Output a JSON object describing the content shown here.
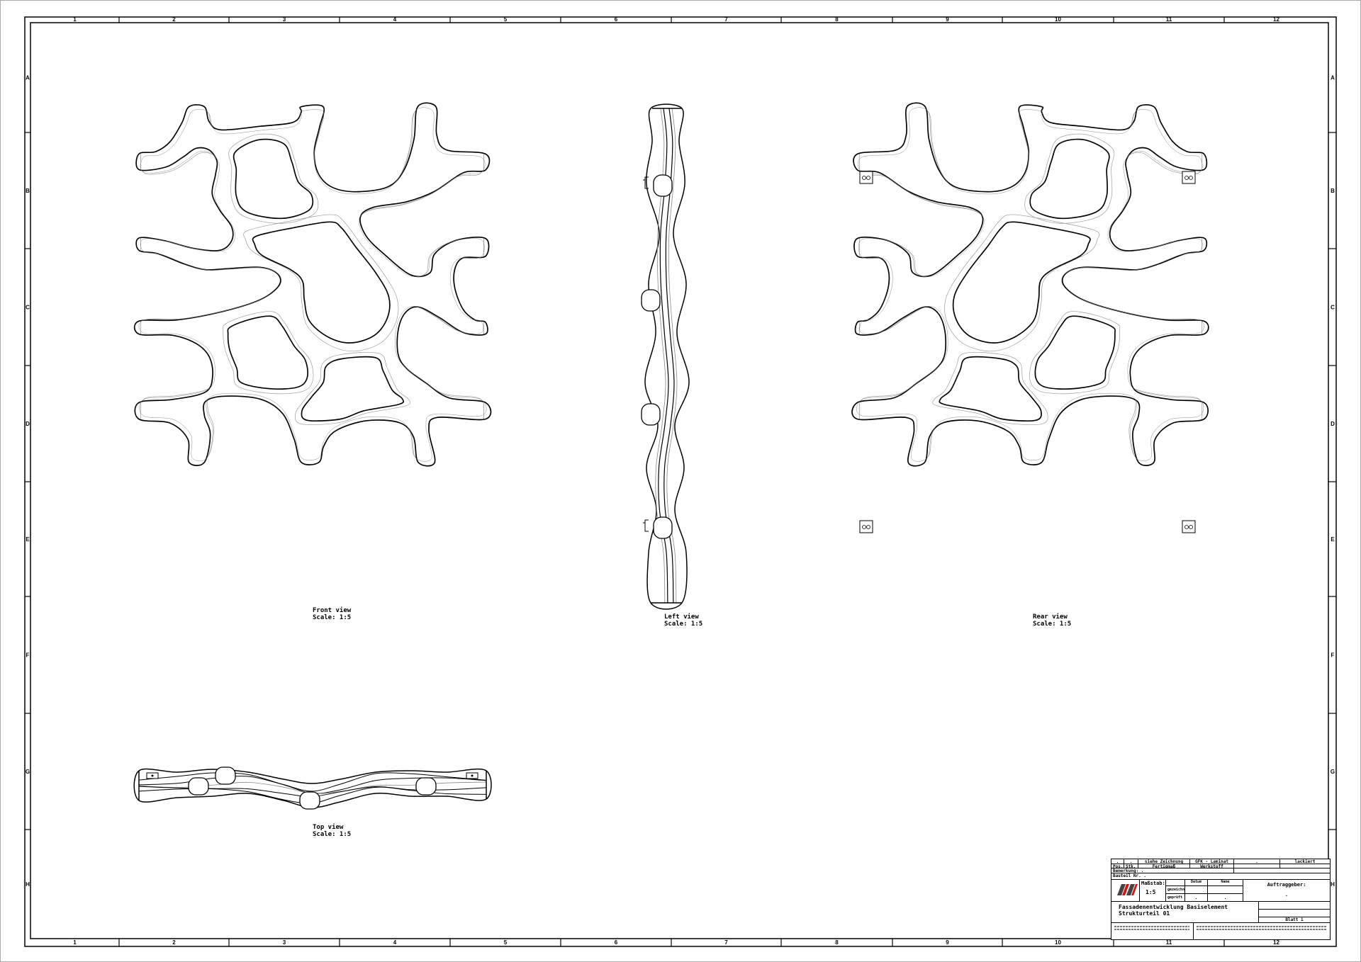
{
  "sheet": {
    "columns": [
      "1",
      "2",
      "3",
      "4",
      "5",
      "6",
      "7",
      "8",
      "9",
      "10",
      "11",
      "12"
    ],
    "rows": [
      "A",
      "B",
      "C",
      "D",
      "E",
      "F",
      "G",
      "H"
    ]
  },
  "views": {
    "front": {
      "name": "Front view",
      "scale": "Scale:  1:5"
    },
    "left": {
      "name": "Left view",
      "scale": "Scale:  1:5"
    },
    "rear": {
      "name": "Rear view",
      "scale": "Scale:  1:5"
    },
    "top": {
      "name": "Top view",
      "scale": "Scale:  1:5"
    }
  },
  "title_block": {
    "row1": [
      ".",
      ".",
      "siehe Zeichnung",
      "GFK - Laminat",
      ".",
      "lackiert"
    ],
    "pos_label": "Pos.",
    "stk_label": "Stk.",
    "fertigmass_label": "Fertigmaß",
    "werkstoff_label": "Werkstoff",
    "bemerkung_label": "Bemerkung:",
    "bemerkung_value": ".",
    "bauteil_label": "Bauteil Nr.",
    "bauteil_value": ".",
    "massstab_label": "Maßstab:",
    "massstab_value": "1:5",
    "datum_label": "Datum",
    "name_label": "Name",
    "gezeichnet_label": "gezeichn.",
    "geprueft_label": "geprüft",
    "geprueft_datum": ".",
    "geprueft_name": ".",
    "auftraggeber_label": "Auftraggeber:",
    "auftraggeber_value": ".",
    "title_line1": "Fassadenentwicklung Basiselement",
    "title_line2": "Strukturteil 01",
    "title_line3": ".",
    "sheet_label": "Blatt 1",
    "logo_colors": [
      "#444444",
      "#e01010"
    ]
  }
}
